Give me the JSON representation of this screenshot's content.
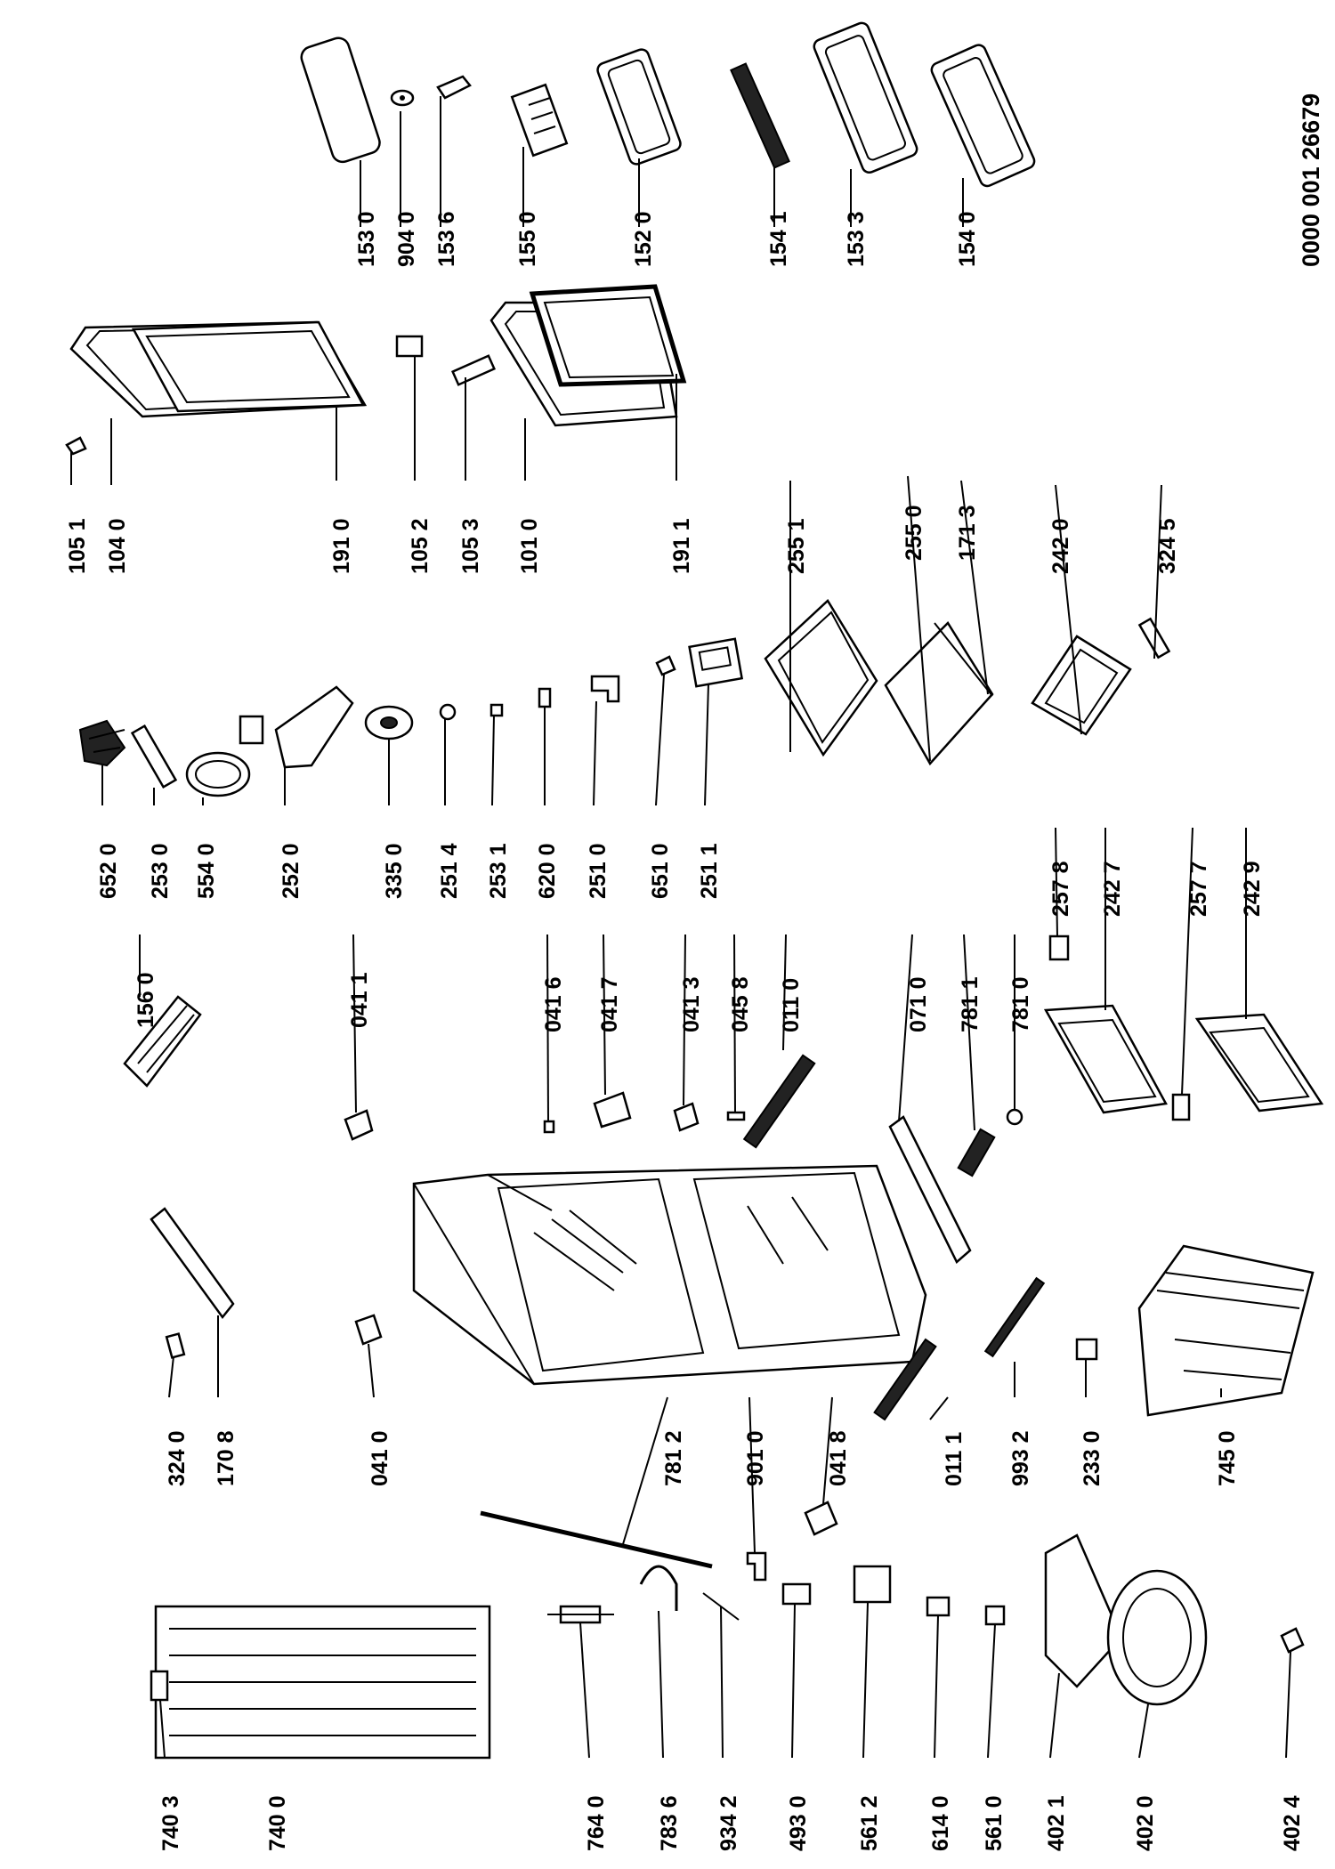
{
  "document": {
    "number": "0000 001 26679"
  },
  "parts": [
    {
      "code": "105 1"
    },
    {
      "code": "104 0"
    },
    {
      "code": "191 0"
    },
    {
      "code": "105 2"
    },
    {
      "code": "105 3"
    },
    {
      "code": "101 0"
    },
    {
      "code": "191 1"
    },
    {
      "code": "153 0"
    },
    {
      "code": "904 0"
    },
    {
      "code": "153 6"
    },
    {
      "code": "155 0"
    },
    {
      "code": "152 0"
    },
    {
      "code": "154 1"
    },
    {
      "code": "153 3"
    },
    {
      "code": "154 0"
    },
    {
      "code": "652 0"
    },
    {
      "code": "253 0"
    },
    {
      "code": "554 0"
    },
    {
      "code": "252 0"
    },
    {
      "code": "335 0"
    },
    {
      "code": "251 4"
    },
    {
      "code": "253 1"
    },
    {
      "code": "620 0"
    },
    {
      "code": "251 0"
    },
    {
      "code": "651 0"
    },
    {
      "code": "251 1"
    },
    {
      "code": "255 1"
    },
    {
      "code": "255 0"
    },
    {
      "code": "171 3"
    },
    {
      "code": "242 0"
    },
    {
      "code": "324 5"
    },
    {
      "code": "156 0"
    },
    {
      "code": "041 1"
    },
    {
      "code": "041 6"
    },
    {
      "code": "041 7"
    },
    {
      "code": "041 3"
    },
    {
      "code": "045 8"
    },
    {
      "code": "011 0"
    },
    {
      "code": "071 0"
    },
    {
      "code": "781 1"
    },
    {
      "code": "781 0"
    },
    {
      "code": "257 8"
    },
    {
      "code": "242 7"
    },
    {
      "code": "257 7"
    },
    {
      "code": "242 9"
    },
    {
      "code": "324 0"
    },
    {
      "code": "170 8"
    },
    {
      "code": "041 0"
    },
    {
      "code": "781 2"
    },
    {
      "code": "901 0"
    },
    {
      "code": "041 8"
    },
    {
      "code": "011 1"
    },
    {
      "code": "993 2"
    },
    {
      "code": "233 0"
    },
    {
      "code": "745 0"
    },
    {
      "code": "740 3"
    },
    {
      "code": "740 0"
    },
    {
      "code": "764 0"
    },
    {
      "code": "783 6"
    },
    {
      "code": "934 2"
    },
    {
      "code": "493 0"
    },
    {
      "code": "561 2"
    },
    {
      "code": "614 0"
    },
    {
      "code": "561 0"
    },
    {
      "code": "402 1"
    },
    {
      "code": "402 0"
    },
    {
      "code": "402 4"
    }
  ]
}
